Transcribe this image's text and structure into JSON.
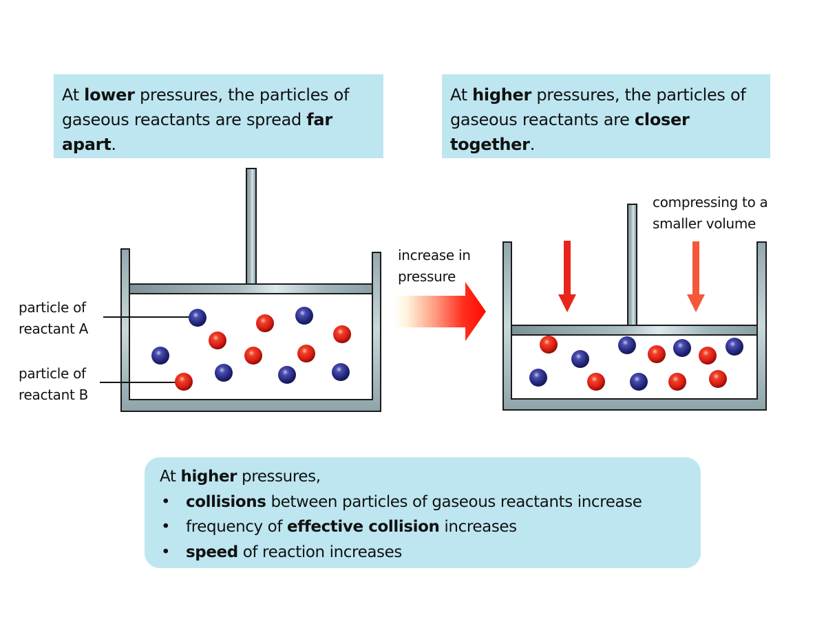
{
  "panels": {
    "left": {
      "parts": [
        {
          "text": "At ",
          "bold": false
        },
        {
          "text": "lower",
          "bold": true
        },
        {
          "text": " pressures, the particles of gaseous reactants are spread ",
          "bold": false
        },
        {
          "text": "far apart",
          "bold": true
        },
        {
          "text": ".",
          "bold": false
        }
      ]
    },
    "right": {
      "parts": [
        {
          "text": "At ",
          "bold": false
        },
        {
          "text": "higher",
          "bold": true
        },
        {
          "text": " pressures, the particles of gaseous reactants are ",
          "bold": false
        },
        {
          "text": "closer together",
          "bold": true
        },
        {
          "text": ".",
          "bold": false
        }
      ]
    }
  },
  "labels": {
    "reactant_a": [
      "particle of",
      "reactant A"
    ],
    "reactant_b": [
      "particle of",
      "reactant B"
    ],
    "increase_pressure": [
      "increase in",
      "pressure"
    ],
    "compressing": [
      "compressing to a",
      "smaller volume"
    ]
  },
  "summary": {
    "intro": [
      {
        "text": "At ",
        "bold": false
      },
      {
        "text": "higher",
        "bold": true
      },
      {
        "text": " pressures,",
        "bold": false
      }
    ],
    "bullet_symbol": "•",
    "bullets": [
      [
        {
          "text": "collisions",
          "bold": true
        },
        {
          "text": " between particles of gaseous reactants increase",
          "bold": false
        }
      ],
      [
        {
          "text": "frequency of ",
          "bold": false
        },
        {
          "text": "effective collision",
          "bold": true
        },
        {
          "text": " increases",
          "bold": false
        }
      ],
      [
        {
          "text": "speed",
          "bold": true
        },
        {
          "text": " of reaction increases",
          "bold": false
        }
      ]
    ]
  },
  "colors": {
    "box_fill": "#bde6f0",
    "reactant_a": "#2b2e8c",
    "reactant_b": "#e0201a",
    "arrow": "#ff1a0a",
    "container": "#8aa0a6"
  },
  "legend": {
    "reactant_a_color": "blue",
    "reactant_b_color": "red"
  },
  "particle_counts": {
    "left_container": {
      "reactant_a": 6,
      "reactant_b": 6
    },
    "right_container": {
      "reactant_a": 6,
      "reactant_b": 6
    }
  }
}
